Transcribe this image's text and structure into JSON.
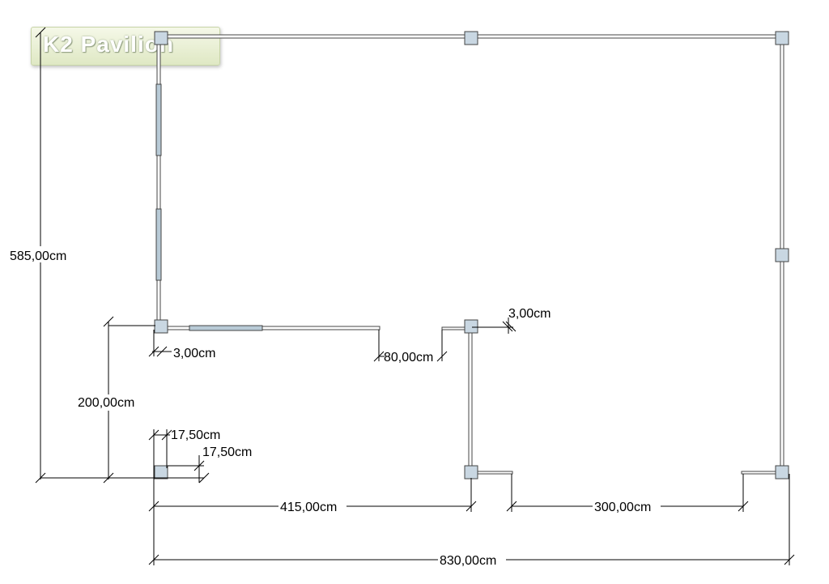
{
  "logo": {
    "text": "K2 Pavilion"
  },
  "dimensions": {
    "overall_height": "585,00cm",
    "overall_width": "830,00cm",
    "opening_left": "415,00cm",
    "opening_right": "300,00cm",
    "side_depth": "200,00cm",
    "door_gap": "80,00cm",
    "wall_thickness_left": "3,00cm",
    "wall_thickness_right": "3,00cm",
    "post_width": "17,50cm",
    "post_depth": "17,50cm"
  },
  "colors": {
    "post_fill": "#c9d7e2",
    "line": "#444444",
    "window_fill": "#b8cad6"
  }
}
